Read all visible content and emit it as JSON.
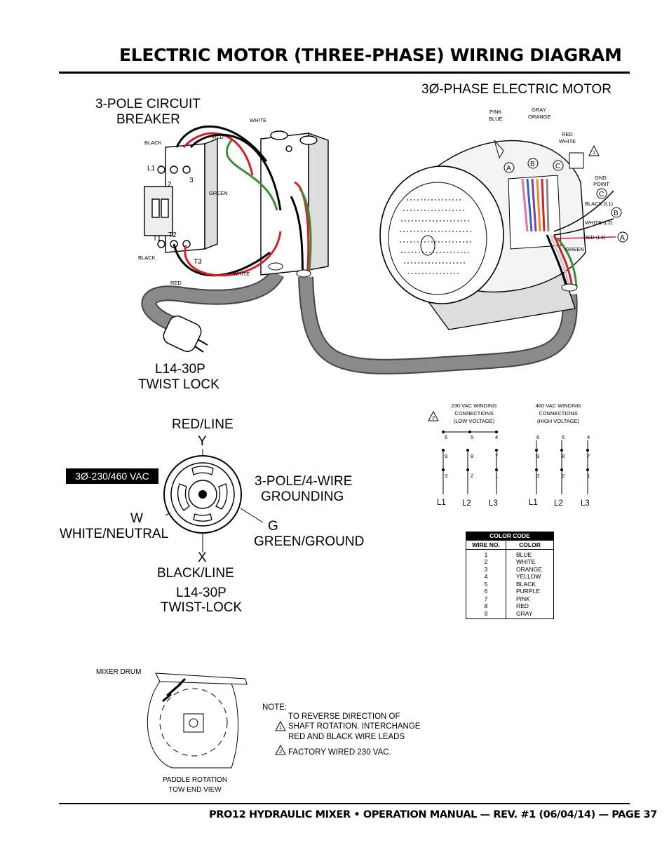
{
  "title": "ELECTRIC MOTOR (THREE-PHASE) WIRING DIAGRAM",
  "footer": "PRO12 HYDRAULIC MIXER • OPERATION MANUAL — REV. #1 (06/04/14) — PAGE 37",
  "wiring": {
    "breaker_label_1": "3-POLE CIRCUIT",
    "breaker_label_2": "BREAKER",
    "motor_label": "3Ø-PHASE ELECTRIC MOTOR",
    "plug_label_1": "L14-30P",
    "plug_label_2": "TWIST LOCK",
    "breaker_wires": {
      "white_top": "WHITE",
      "red_top": "RED",
      "black_top": "BLACK",
      "green": "GREEN",
      "black_bottom": "BLACK",
      "red_bottom": "RED",
      "white_bottom": "WHITE"
    },
    "terminals": {
      "l1": "L1",
      "l2": "2",
      "l3": "3",
      "t1": "T1",
      "t2": "T2",
      "t3": "T3"
    },
    "motor_wires": {
      "pink_blue": [
        "PINK",
        "BLUE"
      ],
      "gray_orange": [
        "GRAY",
        "ORANGE"
      ],
      "red_white": [
        "RED",
        "WHITE"
      ],
      "gnd_point": [
        "GND.",
        "POINT"
      ],
      "black_l1": "BLACK (L1)",
      "white_l2": "WHITE (L2)",
      "red_l3": "RED (L3)",
      "green": "GREEN"
    },
    "callouts": {
      "a": "A",
      "b": "B",
      "c": "C",
      "note1": "1"
    }
  },
  "receptacle": {
    "red_line": "RED/LINE",
    "y": "Y",
    "voltage": "3Ø-230/460 VAC",
    "grounding_1": "3-POLE/4-WIRE",
    "grounding_2": "GROUNDING",
    "w": "W",
    "white_neutral": "WHITE/NEUTRAL",
    "g": "G",
    "green_ground": "GREEN/GROUND",
    "x": "X",
    "black_line": "BLACK/LINE",
    "name_1": "L14-30P",
    "name_2": "TWIST-LOCK"
  },
  "windings": {
    "note_marker": "2",
    "low": {
      "title": [
        "230 VAC WINDING",
        "CONNECTIONS",
        "(LOW VOLTAGE)"
      ],
      "top": [
        "6",
        "5",
        "4"
      ],
      "mid": [
        "9",
        "8",
        "7"
      ],
      "bot": [
        "3",
        "2",
        "1"
      ],
      "lines": [
        "L1",
        "L2",
        "L3"
      ]
    },
    "high": {
      "title": [
        "460 VAC WINDING",
        "CONNECTIONS",
        "(HIGH VOLTAGE)"
      ],
      "top": [
        "6",
        "5",
        "4"
      ],
      "mid": [
        "9",
        "8",
        "7"
      ],
      "bot": [
        "3",
        "2",
        "1"
      ],
      "lines": [
        "L1",
        "L2",
        "L3"
      ]
    }
  },
  "color_code": {
    "title": "COLOR CODE",
    "headers": [
      "WIRE NO.",
      "COLOR"
    ],
    "rows": [
      [
        "1",
        "BLUE"
      ],
      [
        "2",
        "WHITE"
      ],
      [
        "3",
        "ORANGE"
      ],
      [
        "4",
        "YELLOW"
      ],
      [
        "5",
        "BLACK"
      ],
      [
        "6",
        "PURPLE"
      ],
      [
        "7",
        "PINK"
      ],
      [
        "8",
        "RED"
      ],
      [
        "9",
        "GRAY"
      ]
    ]
  },
  "mixer": {
    "drum_label": "MIXER DRUM",
    "caption_1": "PADDLE ROTATION",
    "caption_2": "TOW END VIEW"
  },
  "notes": {
    "heading": "NOTE:",
    "note1_marker": "1",
    "note1_lines": [
      "TO REVERSE DIRECTION OF",
      "SHAFT ROTATION. INTERCHANGE",
      "RED AND BLACK WIRE LEADS"
    ],
    "note2_marker": "2",
    "note2": "FACTORY WIRED 230 VAC."
  },
  "colors": {
    "red_wire": "#d4202a",
    "green_wire": "#3a8a3a",
    "cable": "#7a7a7a"
  }
}
